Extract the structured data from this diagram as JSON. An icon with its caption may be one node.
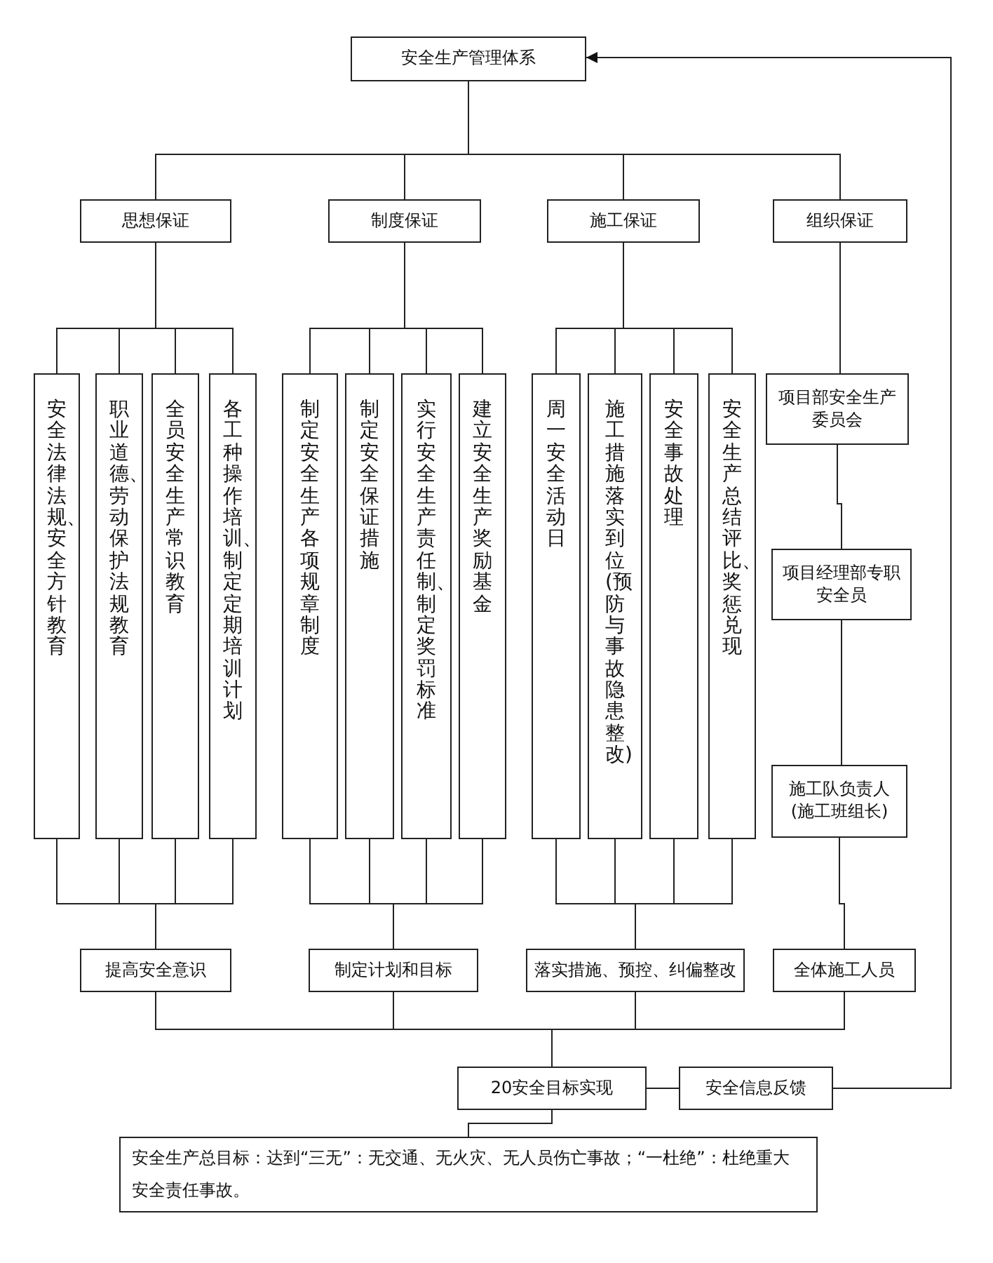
{
  "diagram": {
    "nodes": [
      {
        "text": [
          "安全生产管理体系"
        ]
      },
      {
        "text": [
          "思想保证"
        ]
      },
      {
        "text": [
          "制度保证"
        ]
      },
      {
        "text": [
          "施工保证"
        ]
      },
      {
        "text": [
          "组织保证"
        ]
      },
      {
        "text": [
          "安全法律法规、安全方针教育"
        ]
      },
      {
        "text": [
          "职业道德、劳动保护法规教育"
        ]
      },
      {
        "text": [
          "全员安全生产常识教育"
        ]
      },
      {
        "text": [
          "各工种操作培训、制定定期培训计划"
        ]
      },
      {
        "text": [
          "制定安全生产各项规章制度"
        ]
      },
      {
        "text": [
          "制定安全保证措施"
        ]
      },
      {
        "text": [
          "实行安全生产责任制、制定奖罚标准"
        ]
      },
      {
        "text": [
          "建立安全生产奖励基金"
        ]
      },
      {
        "text": [
          "周一安全活动日"
        ]
      },
      {
        "text": [
          "施工措施落实到位(预防与事故隐患整改)"
        ]
      },
      {
        "text": [
          "安全事故处理"
        ]
      },
      {
        "text": [
          "安全生产总结评比、奖惩兑现"
        ]
      },
      {
        "text": [
          "项目部安全生产委员会"
        ]
      },
      {
        "text": [
          "项目经理部专职安全员"
        ]
      },
      {
        "text": [
          "施工队负责人(施工班组长)"
        ]
      },
      {
        "text": [
          "提高安全意识"
        ]
      },
      {
        "text": [
          "制定计划和目标"
        ]
      },
      {
        "text": [
          "落实措施、预控、纠偏整改"
        ]
      },
      {
        "text": [
          "全体施工人员"
        ]
      },
      {
        "text": [
          "20安全目标实现"
        ]
      },
      {
        "text": [
          "安全信息反馈"
        ]
      },
      {
        "text": [
          "安全生产总目标：达到“三无”：无交通、无火灾、无人员伤亡事故；“一杜绝”：杜绝重大安全责任事故。"
        ]
      }
    ],
    "edges": [
      {
        "from": 0,
        "to": 1,
        "arrow": "none"
      },
      {
        "from": 0,
        "to": 2,
        "arrow": "none"
      },
      {
        "from": 0,
        "to": 3,
        "arrow": "none"
      },
      {
        "from": 0,
        "to": 4,
        "arrow": "none"
      },
      {
        "from": 1,
        "to": 5,
        "arrow": "none"
      },
      {
        "from": 1,
        "to": 6,
        "arrow": "none"
      },
      {
        "from": 1,
        "to": 7,
        "arrow": "none"
      },
      {
        "from": 1,
        "to": 8,
        "arrow": "none"
      },
      {
        "from": 2,
        "to": 9,
        "arrow": "none"
      },
      {
        "from": 2,
        "to": 10,
        "arrow": "none"
      },
      {
        "from": 2,
        "to": 11,
        "arrow": "none"
      },
      {
        "from": 2,
        "to": 12,
        "arrow": "none"
      },
      {
        "from": 3,
        "to": 13,
        "arrow": "none"
      },
      {
        "from": 3,
        "to": 14,
        "arrow": "none"
      },
      {
        "from": 3,
        "to": 15,
        "arrow": "none"
      },
      {
        "from": 3,
        "to": 16,
        "arrow": "none"
      },
      {
        "from": 4,
        "to": 17,
        "arrow": "none"
      },
      {
        "from": 17,
        "to": 18,
        "arrow": "none"
      },
      {
        "from": 18,
        "to": 19,
        "arrow": "none"
      },
      {
        "from": 5,
        "to": 20,
        "arrow": "none"
      },
      {
        "from": 6,
        "to": 20,
        "arrow": "none"
      },
      {
        "from": 7,
        "to": 20,
        "arrow": "none"
      },
      {
        "from": 8,
        "to": 20,
        "arrow": "none"
      },
      {
        "from": 9,
        "to": 21,
        "arrow": "none"
      },
      {
        "from": 10,
        "to": 21,
        "arrow": "none"
      },
      {
        "from": 11,
        "to": 21,
        "arrow": "none"
      },
      {
        "from": 12,
        "to": 21,
        "arrow": "none"
      },
      {
        "from": 13,
        "to": 22,
        "arrow": "none"
      },
      {
        "from": 14,
        "to": 22,
        "arrow": "none"
      },
      {
        "from": 15,
        "to": 22,
        "arrow": "none"
      },
      {
        "from": 16,
        "to": 22,
        "arrow": "none"
      },
      {
        "from": 19,
        "to": 23,
        "arrow": "none"
      },
      {
        "from": 20,
        "to": 24,
        "arrow": "none"
      },
      {
        "from": 21,
        "to": 24,
        "arrow": "none"
      },
      {
        "from": 22,
        "to": 24,
        "arrow": "none"
      },
      {
        "from": 23,
        "to": 24,
        "arrow": "none"
      },
      {
        "from": 24,
        "to": 26,
        "arrow": "none"
      },
      {
        "from": 24,
        "to": 25,
        "arrow": "none"
      },
      {
        "from": 25,
        "to": 0,
        "arrow": "to"
      }
    ]
  }
}
